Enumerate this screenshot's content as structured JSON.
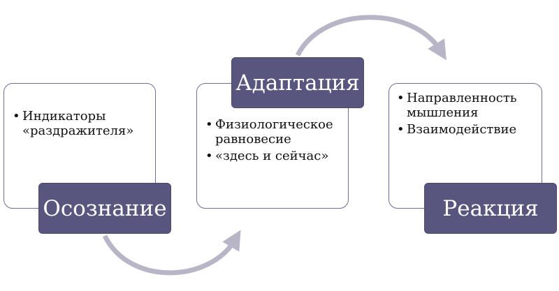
{
  "colors": {
    "label_fill": "#58567f",
    "card_border": "#6e6b97",
    "arrow": "#b7b5c6"
  },
  "stages": [
    {
      "title": "Осознание",
      "bullets": [
        "Индикаторы «раздражителя»"
      ]
    },
    {
      "title": "Адаптация",
      "bullets": [
        "Физиологическое равновесие",
        "«здесь и сейчас»"
      ]
    },
    {
      "title": "Реакция",
      "bullets": [
        "Направленность мышления",
        "Взаимодействие"
      ]
    }
  ]
}
